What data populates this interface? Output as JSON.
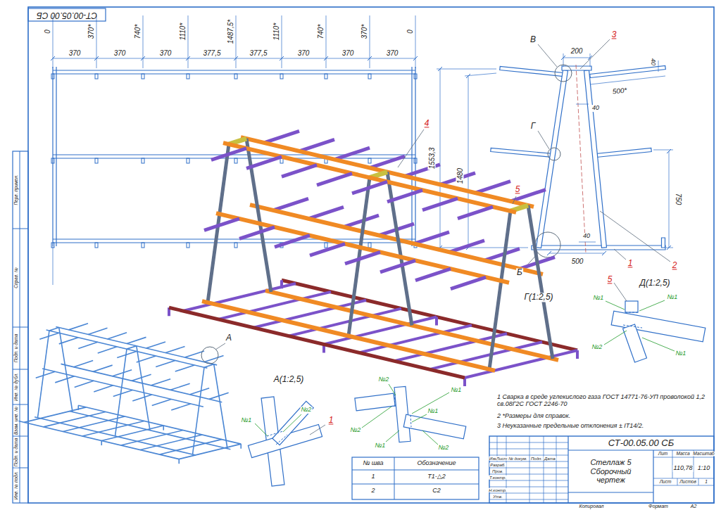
{
  "diagram": {
    "nodes": [
      {
        "text": [
          "СТ-00.05.00 СБ"
        ]
      },
      {
        "text": [
          "СТ-00.05.00 СБ"
        ]
      },
      {
        "text": [
          "Стеллаж 5 Сборочный чертеж"
        ]
      }
    ],
    "labels": [
      "0",
      "370*",
      "740*",
      "1110*",
      "1487,5*",
      "1110*",
      "740*",
      "370*",
      "0",
      "370",
      "370",
      "370",
      "377,5",
      "377,5",
      "370",
      "370",
      "370",
      "В",
      "3",
      "200",
      "40",
      "500*",
      "40",
      "Г",
      "1553,3",
      "1480",
      "750",
      "40",
      "500",
      "1",
      "2",
      "4",
      "5",
      "Б",
      "Г(1:2,5)",
      "Д(1:2,5)",
      "5",
      "№1",
      "№1",
      "№2",
      "№1",
      "А",
      "А(1:2,5)",
      "№2",
      "№1",
      "1",
      "№2",
      "№1",
      "№2",
      "№1",
      "№1",
      "№2",
      "1 Сварка в среде углекислого газа ГОСТ 14771-76-УП проволокой 1,2 св.08Г2С ГОСТ 2246-70",
      "2 *Размеры для справок.",
      "3 Неуказанные предельные отклонения ± IT14/2.",
      "№ шва",
      "Обозначение",
      "1",
      "Т1-△2",
      "2",
      "С2",
      "Изм",
      "Лист",
      "№ докум.",
      "Подп.",
      "Дата",
      "Разраб.",
      "Пров.",
      "Т.контр.",
      "Н.контр.",
      "Утв.",
      "Лит",
      "Масса",
      "Масштаб",
      "110,78",
      "1:10",
      "Лист",
      "Листов",
      "1",
      "Копировал",
      "Формат",
      "А2",
      "Перв. примен.",
      "Справ. №",
      "Подп. и дата",
      "Инв. № дубл.",
      "Взам. инв. №",
      "Подп. и дата",
      "Инв. № подл."
    ]
  }
}
